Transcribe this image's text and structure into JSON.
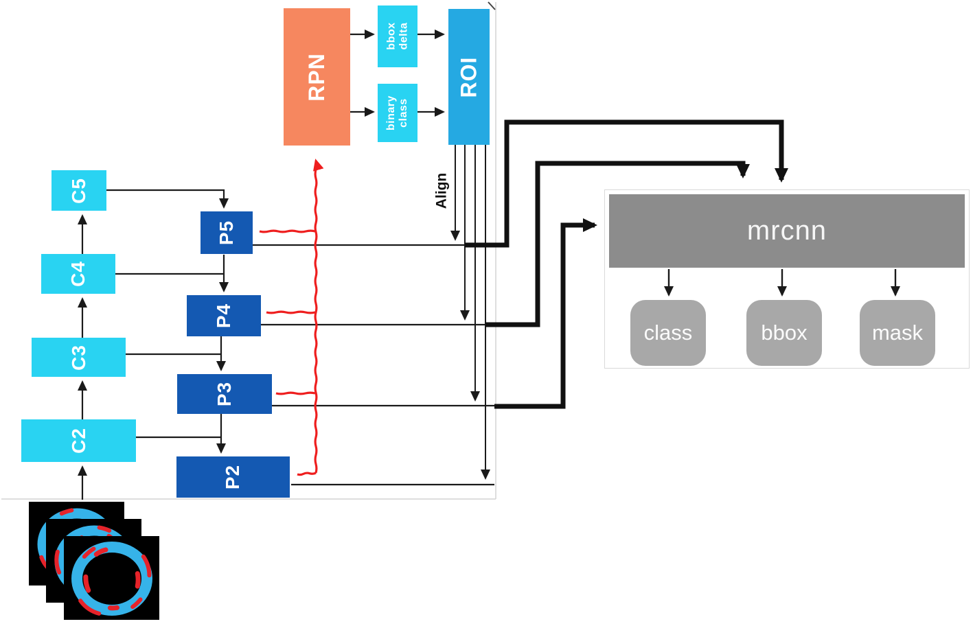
{
  "figure": {
    "fpn": {
      "c5": "C5",
      "c4": "C4",
      "c3": "C3",
      "c2": "C2",
      "p5": "P5",
      "p4": "P4",
      "p3": "P3",
      "p2": "P2"
    },
    "rpn": {
      "label": "RPN",
      "bbox_delta": [
        "bbox",
        "delta"
      ],
      "binary_class": [
        "binary",
        "class"
      ],
      "roi": "ROI",
      "align": "Align"
    },
    "head": {
      "mrcnn": "mrcnn",
      "outputs": [
        "class",
        "bbox",
        "mask"
      ]
    }
  },
  "colors": {
    "backbone_cyan": "#29d3f2",
    "pyramid_blue": "#1459b2",
    "rpn_salmon": "#f6875f",
    "roi_azure": "#25a9e2",
    "mrcnn_gray": "#8c8c8c",
    "output_gray": "#a8a8a8",
    "wire_black": "#1a1a1a",
    "rpn_feed_red": "#ee1e1e",
    "mask_blue": "#36b3e9",
    "mask_red": "#e6232a"
  }
}
